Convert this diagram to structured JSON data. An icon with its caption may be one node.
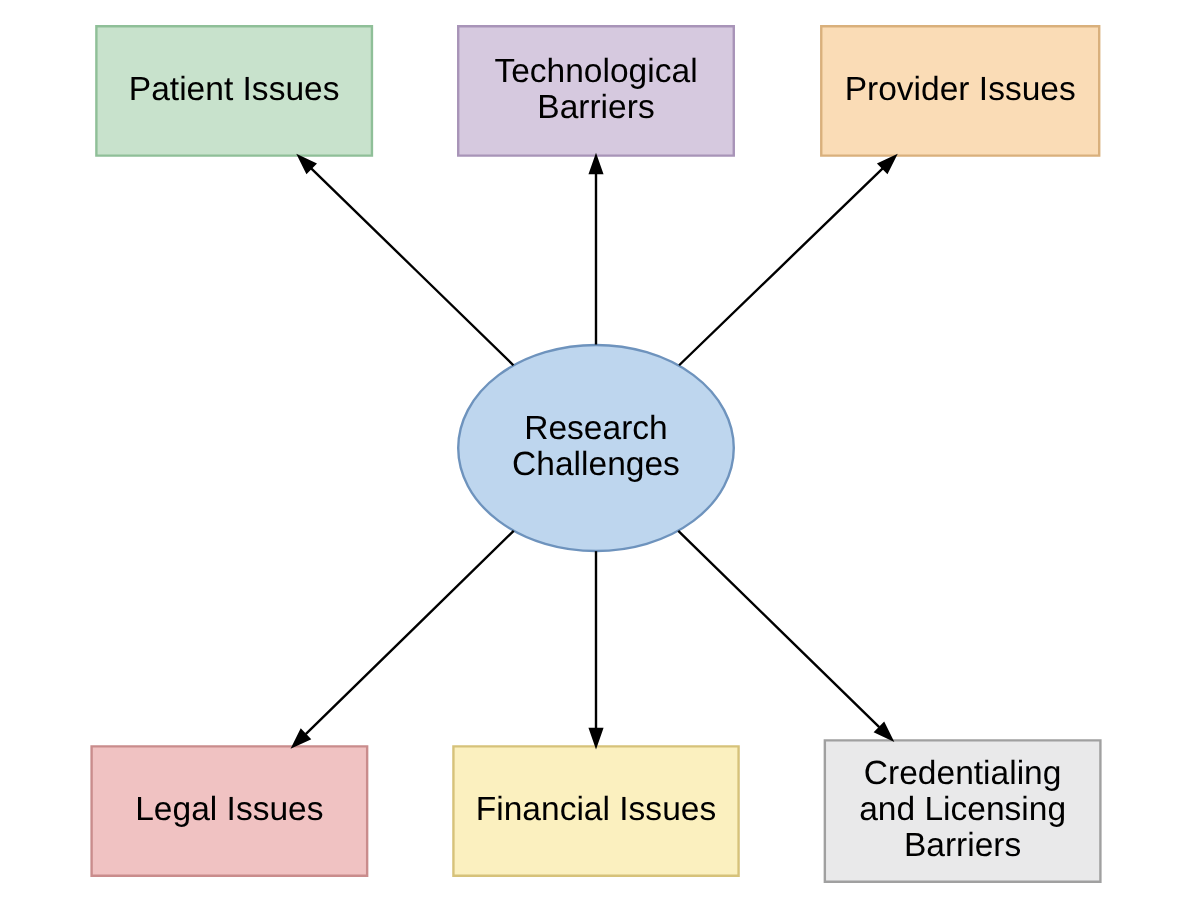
{
  "diagram": {
    "nodes": [
      {
        "text": [
          "Patient Issues"
        ]
      },
      {
        "text": [
          "Technological Barriers"
        ]
      },
      {
        "text": [
          "Provider Issues"
        ]
      },
      {
        "text": [
          "Research Challenges"
        ]
      },
      {
        "text": [
          "Legal Issues"
        ]
      },
      {
        "text": [
          "Financial Issues"
        ]
      },
      {
        "text": [
          "Credentialing and Licensing Barriers"
        ]
      }
    ],
    "edges": [
      {
        "from": 3,
        "to": 0,
        "arrow": "to"
      },
      {
        "from": 3,
        "to": 1,
        "arrow": "to"
      },
      {
        "from": 3,
        "to": 2,
        "arrow": "to"
      },
      {
        "from": 3,
        "to": 4,
        "arrow": "to"
      },
      {
        "from": 3,
        "to": 5,
        "arrow": "to"
      },
      {
        "from": 3,
        "to": 6,
        "arrow": "to"
      }
    ]
  }
}
